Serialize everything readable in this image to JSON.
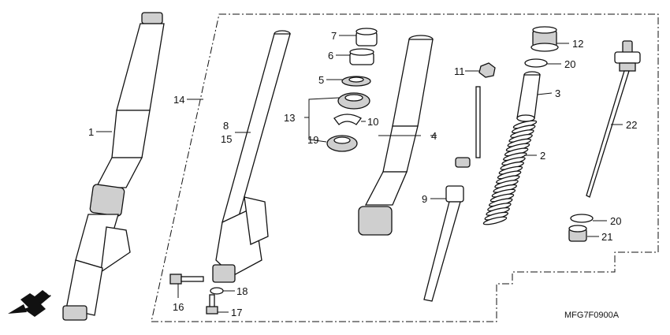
{
  "diagram": {
    "drawing_code": "MFG7F0900A",
    "direction_label": "FR.",
    "callouts": [
      "1",
      "2",
      "3",
      "4",
      "5",
      "6",
      "7",
      "8",
      "9",
      "10",
      "11",
      "12",
      "13",
      "14",
      "15",
      "16",
      "17",
      "18",
      "19",
      "20",
      "20",
      "21",
      "22"
    ]
  }
}
